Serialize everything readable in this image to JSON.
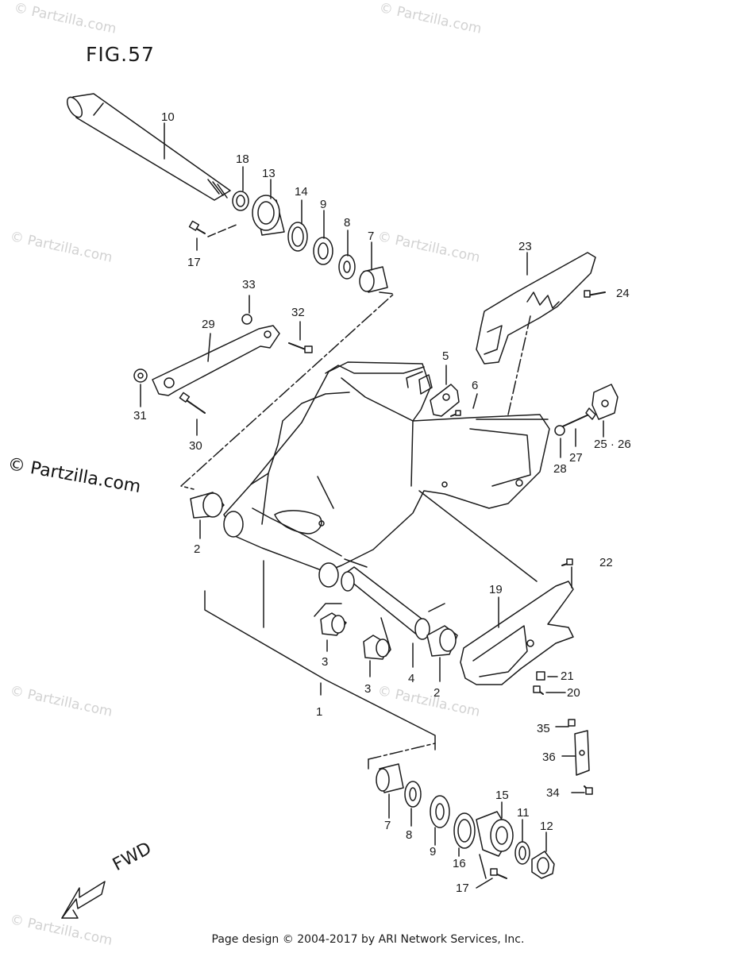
{
  "figure": {
    "title": "FIG.57"
  },
  "watermark": {
    "text": "© Partzilla.com",
    "main_text": "© Partzilla.com"
  },
  "footer": {
    "text": "Page design © 2004-2017 by ARI Network Services, Inc."
  },
  "direction": {
    "label": "FWD"
  },
  "callouts": [
    {
      "id": "c10",
      "label": "10"
    },
    {
      "id": "c18",
      "label": "18"
    },
    {
      "id": "c13",
      "label": "13"
    },
    {
      "id": "c14",
      "label": "14"
    },
    {
      "id": "c9a",
      "label": "9"
    },
    {
      "id": "c8a",
      "label": "8"
    },
    {
      "id": "c7a",
      "label": "7"
    },
    {
      "id": "c17a",
      "label": "17"
    },
    {
      "id": "c33",
      "label": "33"
    },
    {
      "id": "c32",
      "label": "32"
    },
    {
      "id": "c29",
      "label": "29"
    },
    {
      "id": "c31",
      "label": "31"
    },
    {
      "id": "c30",
      "label": "30"
    },
    {
      "id": "c23",
      "label": "23"
    },
    {
      "id": "c24",
      "label": "24"
    },
    {
      "id": "c5",
      "label": "5"
    },
    {
      "id": "c6",
      "label": "6"
    },
    {
      "id": "c28",
      "label": "28"
    },
    {
      "id": "c27",
      "label": "27"
    },
    {
      "id": "c2526",
      "label": "25 · 26"
    },
    {
      "id": "c2a",
      "label": "2"
    },
    {
      "id": "c22",
      "label": "22"
    },
    {
      "id": "c19",
      "label": "19"
    },
    {
      "id": "c21",
      "label": "21"
    },
    {
      "id": "c20",
      "label": "20"
    },
    {
      "id": "c3a",
      "label": "3"
    },
    {
      "id": "c3b",
      "label": "3"
    },
    {
      "id": "c4",
      "label": "4"
    },
    {
      "id": "c2b",
      "label": "2"
    },
    {
      "id": "c1",
      "label": "1"
    },
    {
      "id": "c35",
      "label": "35"
    },
    {
      "id": "c36",
      "label": "36"
    },
    {
      "id": "c34",
      "label": "34"
    },
    {
      "id": "c7b",
      "label": "7"
    },
    {
      "id": "c8b",
      "label": "8"
    },
    {
      "id": "c9b",
      "label": "9"
    },
    {
      "id": "c15",
      "label": "15"
    },
    {
      "id": "c16",
      "label": "16"
    },
    {
      "id": "c11",
      "label": "11"
    },
    {
      "id": "c12",
      "label": "12"
    },
    {
      "id": "c17b",
      "label": "17"
    }
  ]
}
